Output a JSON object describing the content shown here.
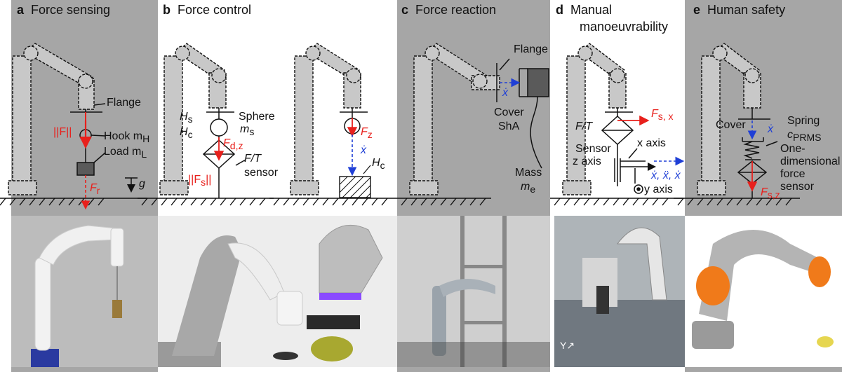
{
  "panels": {
    "a": {
      "letter": "a",
      "title": "Force sensing"
    },
    "b": {
      "letter": "b",
      "title": "Force control"
    },
    "c": {
      "letter": "c",
      "title": "Force reaction"
    },
    "d": {
      "letter": "d",
      "title": "Manual",
      "title2": "manoeuvrability"
    },
    "e": {
      "letter": "e",
      "title": "Human safety"
    }
  },
  "labels": {
    "a": {
      "flange": "Flange",
      "f_norm": "||F||",
      "hook": "Hook m",
      "hook_sub": "H",
      "load": "Load m",
      "load_sub": "L",
      "fr": "F",
      "fr_sub": "r",
      "g": "g"
    },
    "b": {
      "hs": "H",
      "hs_sub": "s",
      "hc": "H",
      "hc_sub": "c",
      "sphere": "Sphere",
      "ms": "m",
      "ms_sub": "s",
      "fdz": "F",
      "fdz_sub": "d,z",
      "ft": "F/T",
      "sensor": "sensor",
      "fs": "||F",
      "fs_sub": "s",
      "fs_end": "||",
      "fz": "F",
      "fz_sub": "z",
      "xdot": "ẋ",
      "hc2": "H",
      "hc2_sub": "c"
    },
    "c": {
      "flange": "Flange",
      "xdot": "ẋ",
      "cover": "Cover",
      "sha": "ShA",
      "mass": "Mass",
      "me": "m",
      "me_sub": "e"
    },
    "d": {
      "fsx": "F",
      "fsx_sub": "s, x",
      "ft": "F/T",
      "xaxis": "x axis",
      "sensor": "Sensor",
      "zaxis": "z axis",
      "xdots": "ẋ, ẍ, ẋ",
      "yaxis": "y axis"
    },
    "e": {
      "cover": "Cover",
      "xdot": "ẋ",
      "spring": "Spring",
      "cprms": "c",
      "cprms_sub": "PRMS",
      "one": "One-",
      "dimensional": "dimensional",
      "force": "force",
      "sensorw": "sensor",
      "fsz": "F",
      "fsz_sub": "s,z"
    }
  },
  "colors": {
    "panel_grey": "#a6a6a6",
    "force_red": "#e8201c",
    "velocity_blue": "#1f3fd6"
  }
}
